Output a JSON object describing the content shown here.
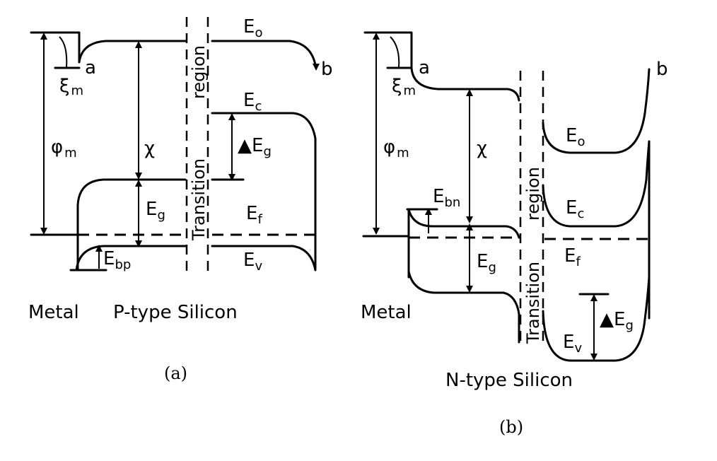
{
  "panel_a": {
    "caption": "(a)",
    "metal_label": "Metal",
    "semiconductor_label": "P-type Silicon",
    "region_word1": "region",
    "region_word2": "Transition",
    "point_a": "a",
    "point_b": "b",
    "E0": {
      "main": "E",
      "sub": "o"
    },
    "Ec": {
      "main": "E",
      "sub": "c"
    },
    "Ef": {
      "main": "E",
      "sub": "f"
    },
    "Ev": {
      "main": "E",
      "sub": "v"
    },
    "Eg": {
      "main": "E",
      "sub": "g"
    },
    "dEg": {
      "main": "▲E",
      "sub": "g"
    },
    "Ebp": {
      "main": "E",
      "sub": "bp"
    },
    "xi_m": {
      "main": "ξ",
      "sub": "m"
    },
    "phi_m": {
      "main": "φ",
      "sub": "m"
    },
    "chi": "χ"
  },
  "panel_b": {
    "caption": "(b)",
    "metal_label": "Metal",
    "semiconductor_label": "N-type Silicon",
    "region_word1": "region",
    "region_word2": "Transition",
    "point_a": "a",
    "point_b": "b",
    "E0": {
      "main": "E",
      "sub": "o"
    },
    "Ec": {
      "main": "E",
      "sub": "c"
    },
    "Ef": {
      "main": "E",
      "sub": "f"
    },
    "Ev": {
      "main": "E",
      "sub": "v"
    },
    "Eg": {
      "main": "E",
      "sub": "g"
    },
    "dEg": {
      "main": "▲E",
      "sub": "g"
    },
    "Ebn": {
      "main": "E",
      "sub": "bn"
    },
    "xi_m": {
      "main": "ξ",
      "sub": "m"
    },
    "phi_m": {
      "main": "φ",
      "sub": "m"
    },
    "chi": "χ"
  }
}
